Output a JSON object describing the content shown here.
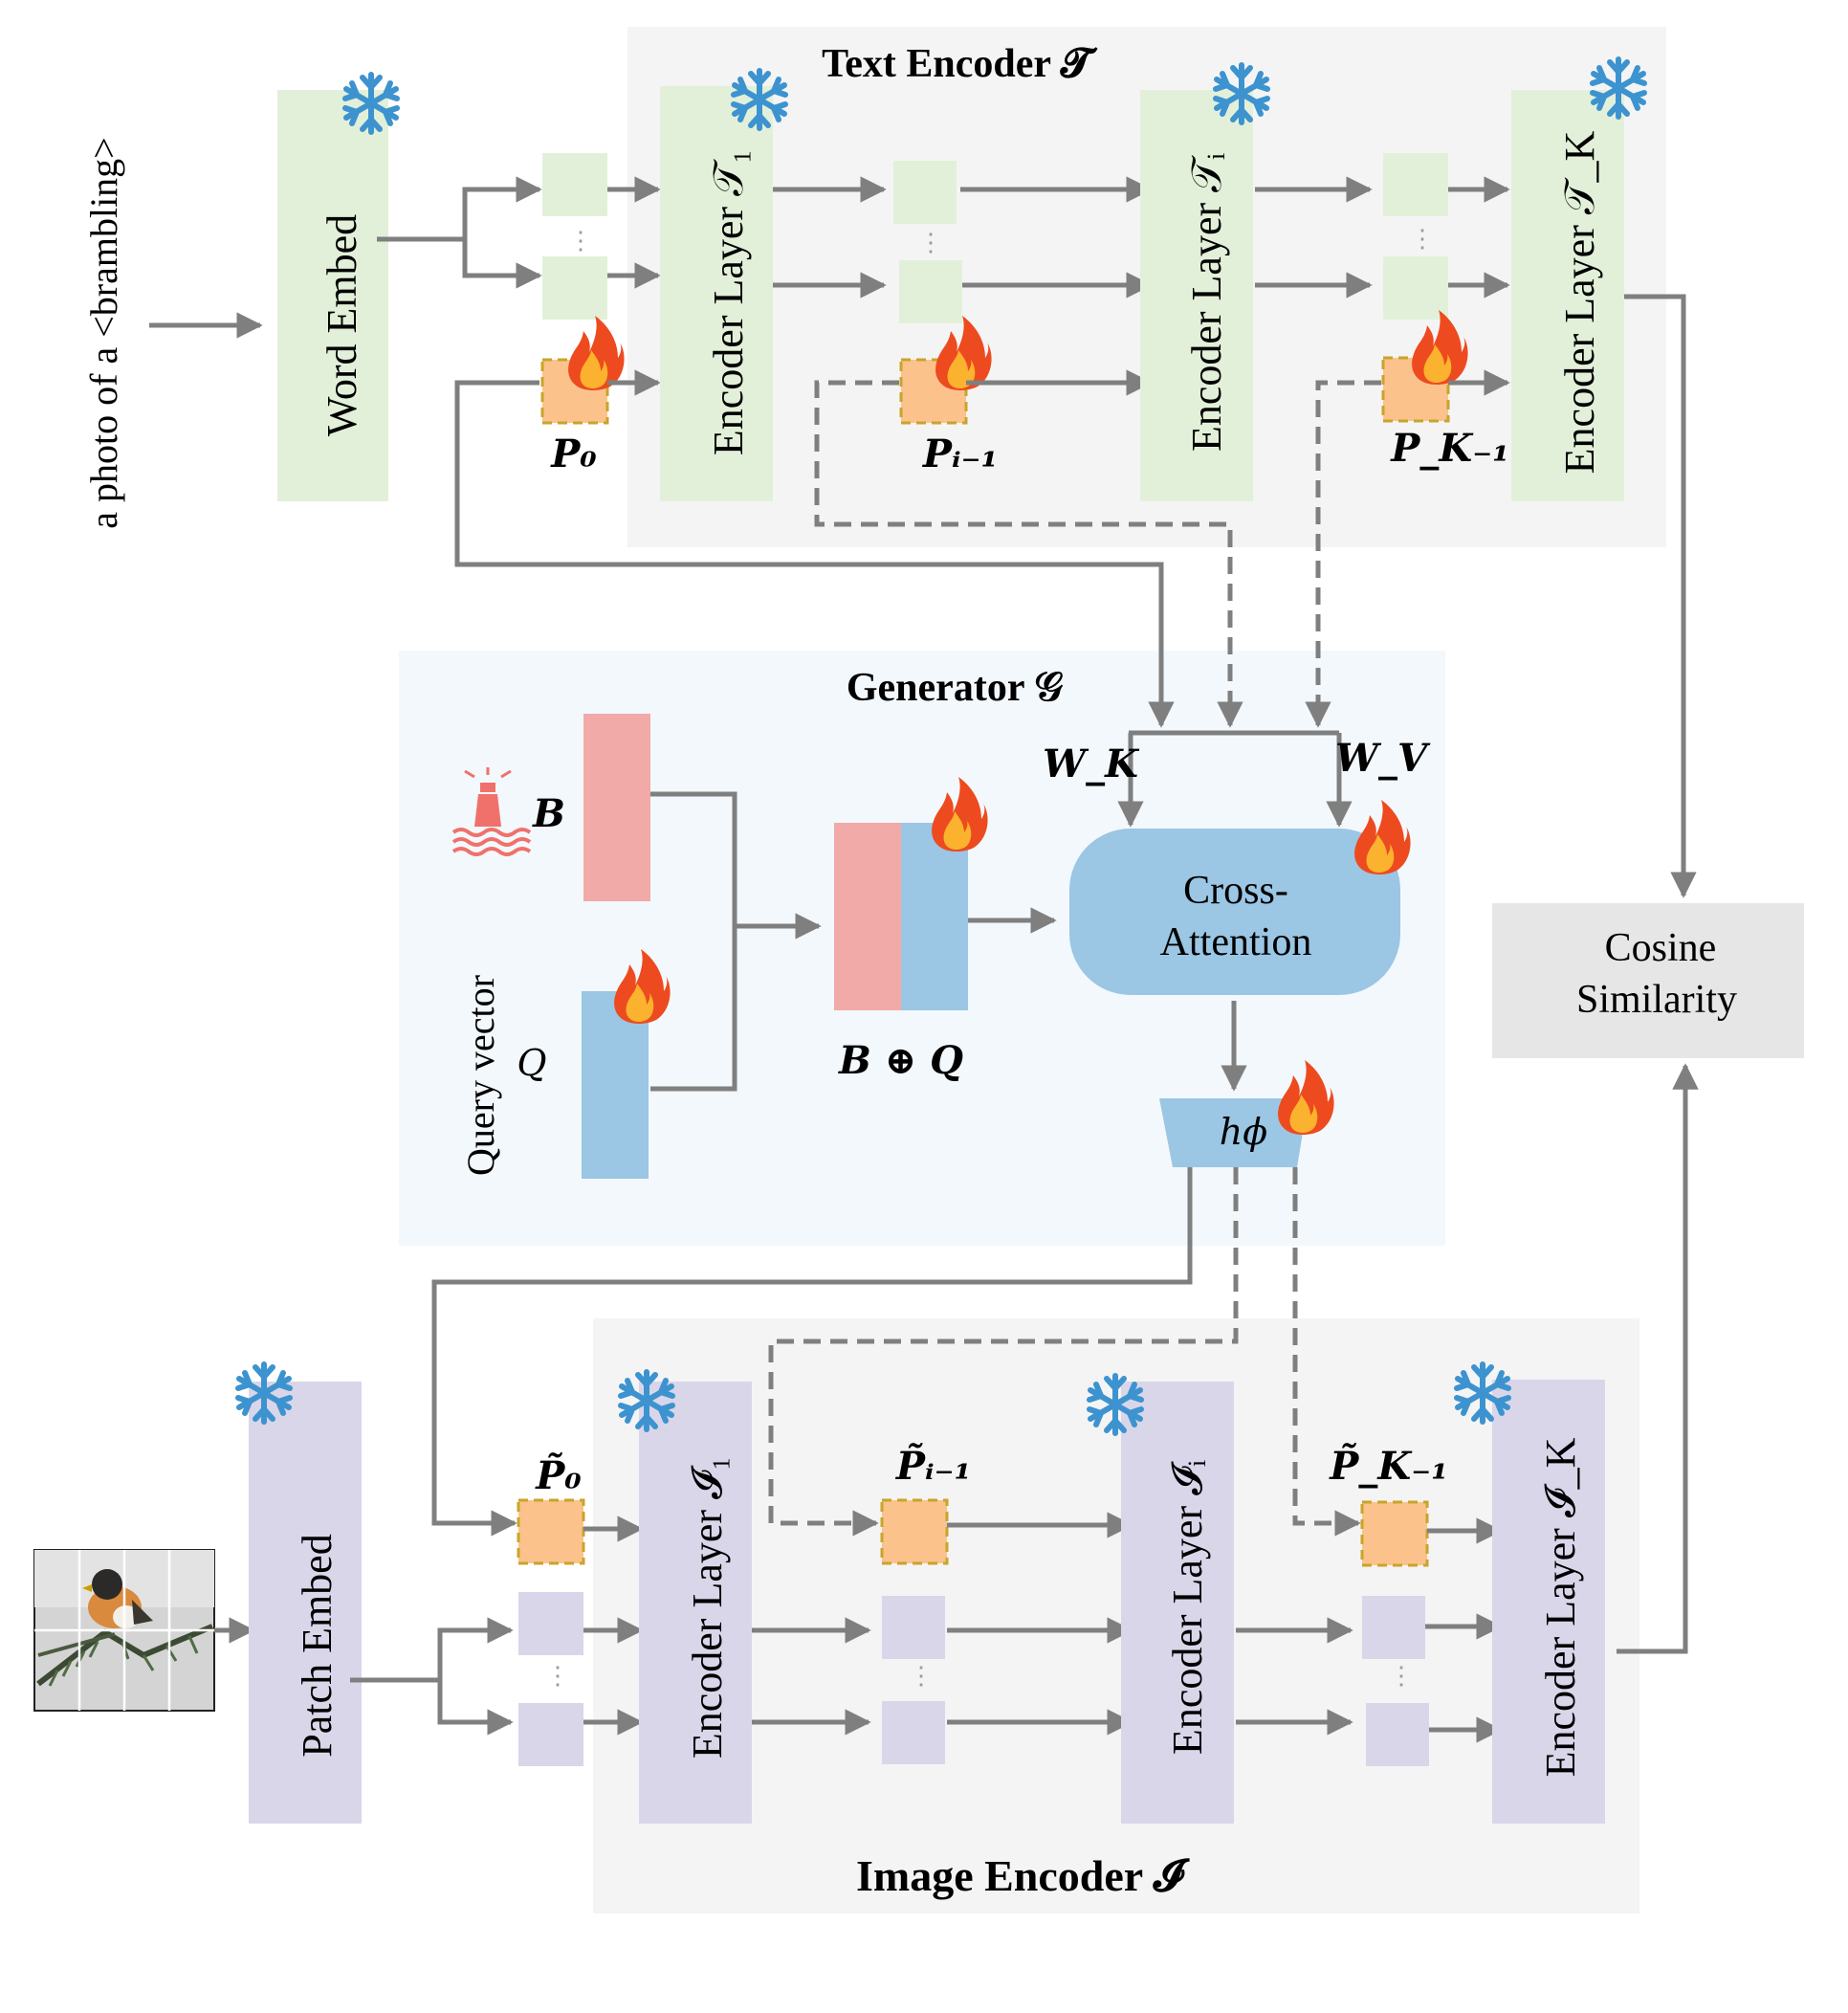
{
  "input_text": "a photo of a <brambling>",
  "text_encoder": {
    "title": "Text Encoder 𝓣",
    "word_embed": "Word Embed",
    "layers": [
      "Encoder  Layer 𝒯₁",
      "Encoder  Layer 𝒯ᵢ",
      "Encoder  Layer 𝒯_K"
    ],
    "prompts": [
      "P₀",
      "Pᵢ₋₁",
      "P_K₋₁"
    ],
    "ellipsis": "⋮"
  },
  "generator": {
    "title": "Generator  𝒢",
    "bank_label": "B",
    "query_label": "Query vector",
    "query_symbol": "Q",
    "concat_label": "B ⊕ Q",
    "weight_k": "W_K",
    "weight_v": "W_V",
    "cross_attention": [
      "Cross-",
      "Attention"
    ],
    "head": "hϕ"
  },
  "image_encoder": {
    "title": "Image Encoder 𝓘",
    "patch_embed": "Patch Embed",
    "layers": [
      "Encoder  Layer 𝓘₁",
      "Encoder  Layer 𝓘ᵢ",
      "Encoder  Layer 𝓘_K"
    ],
    "prompts": [
      "P̃₀",
      "P̃ᵢ₋₁",
      "P̃_K₋₁"
    ]
  },
  "cosine": [
    "Cosine",
    "Similarity"
  ],
  "icons": {
    "frozen": "snowflake-icon",
    "trainable": "flame-icon",
    "memory_bank": "lighthouse-icon",
    "input_image": "bird-photo"
  },
  "colors": {
    "text_green": "#e2f0d9",
    "image_purple": "#d9d6ea",
    "prompt_orange": "#fbc28c",
    "bank_pink": "#f1aaa8",
    "query_blue": "#9bc6e4",
    "panel_gray": "#f4f4f4",
    "generator_bg": "#f3f8fc",
    "arrow": "#7f7f7f"
  }
}
